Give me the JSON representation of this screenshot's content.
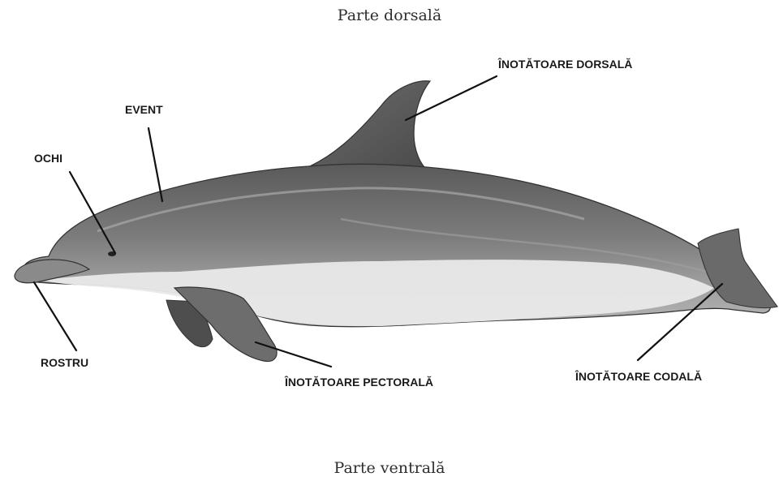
{
  "captions": {
    "top": "Parte dorsală",
    "bottom": "Parte ventrală"
  },
  "labels": {
    "dorsal_fin": "ÎNOTĂTOARE DORSALĂ",
    "blowhole": "EVENT",
    "eye": "OCHI",
    "rostrum": "ROSTRU",
    "pectoral_fin": "ÎNOTĂTOARE PECTORALĂ",
    "caudal_fin": "ÎNOTĂTOARE CODALĂ"
  }
}
